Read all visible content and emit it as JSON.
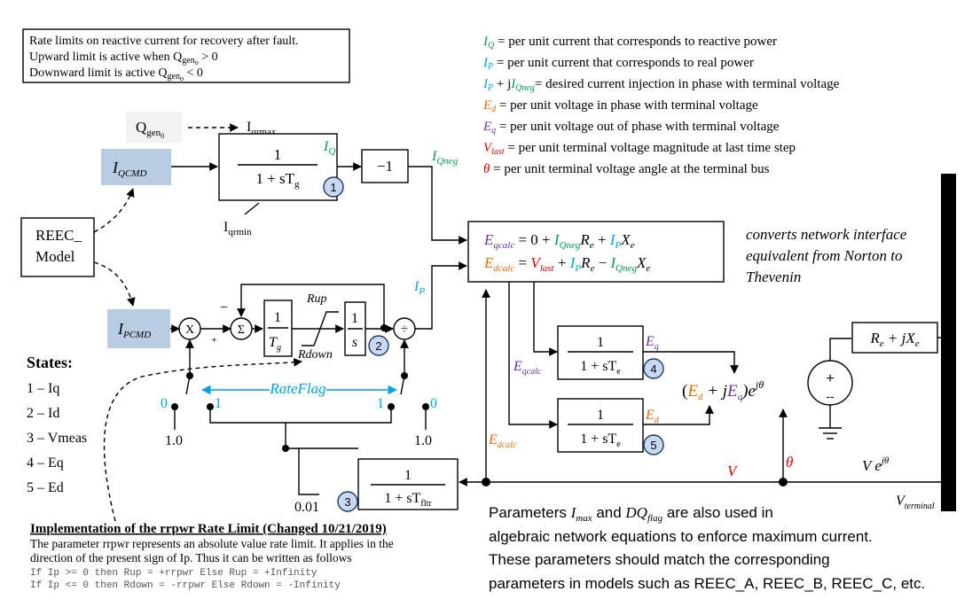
{
  "colors": {
    "green": "#00a04f",
    "blue": "#00a3e0",
    "purple": "#7030a0",
    "orange": "#e36c09",
    "red": "#e00000",
    "box_fill": "#b8cce4",
    "badge_fill": "#c6d9f1",
    "grey_fill": "#f2f2f2"
  },
  "note_box": {
    "line1": "Rate limits on reactive current for recovery after fault.",
    "line2_pre": "Upward limit is active when Q",
    "line2_sub": "gen",
    "line2_subsub": "o",
    "line2_post": " > 0",
    "line3_pre": "Downward limit is active Q",
    "line3_sub": "gen",
    "line3_subsub": "o",
    "line3_post": " < 0"
  },
  "legend": [
    {
      "sym": "I",
      "sub": "Q",
      "color_key": "green",
      "text": " = per unit current that corresponds to reactive power"
    },
    {
      "sym": "I",
      "sub": "P",
      "color_key": "blue",
      "text": " = per unit current that corresponds to real power"
    },
    {
      "sym_a": "I",
      "sub_a": "P",
      "mid": " + j",
      "sym_b": "I",
      "sub_b": "Qneg",
      "text": "= desired current injection in phase with terminal voltage"
    },
    {
      "sym": "E",
      "sub": "d",
      "color_key": "orange",
      "text": " = per unit voltage in phase with terminal voltage"
    },
    {
      "sym": "E",
      "sub": "q",
      "color_key": "purple",
      "text": " = per unit voltage out of phase with terminal voltage"
    },
    {
      "sym": "V",
      "sub": "last",
      "color_key": "red",
      "text": " = per unit terminal voltage magnitude at last time step"
    },
    {
      "sym": "θ",
      "sub": "",
      "color_key": "red",
      "text": " = per unit terminal voltage angle at the terminal bus"
    }
  ],
  "blocks": {
    "qgen": {
      "main": "Q",
      "sub": "gen",
      "subsub": "0"
    },
    "iqrmax": {
      "main": "I",
      "sub": "qrmax"
    },
    "iqrmin": {
      "main": "I",
      "sub": "qrmin"
    },
    "iqcmd": {
      "main": "I",
      "sub": "QCMD"
    },
    "ipcmd": {
      "main": "I",
      "sub": "PCMD"
    },
    "reec_line1": "REEC_",
    "reec_line2": "Model",
    "tf1_num": "1",
    "tf1_den": "1 + sT",
    "tf1_den_sub": "g",
    "neg1": "−1",
    "iq_label": {
      "main": "I",
      "sub": "Q"
    },
    "iqneg_label": {
      "main": "I",
      "sub": "Qneg"
    },
    "ip_label": {
      "main": "I",
      "sub": "P"
    },
    "mult": "X",
    "sum": "Σ",
    "div": "÷",
    "minus": "−",
    "plus": "+",
    "tg_num": "1",
    "tg_den": "T",
    "tg_den_sub": "g",
    "int_num": "1",
    "int_den": "s",
    "rup": "Rup",
    "rdown": "Rdown",
    "rateflag": "RateFlag",
    "one_a": "1.0",
    "one_b": "1.0",
    "sw0_left": "0",
    "sw1_left": "1",
    "sw1_right": "1",
    "sw0_right": "0",
    "fltr_num": "1",
    "fltr_den": "1 + sT",
    "fltr_den_sub": "fltr",
    "point01": "0.01",
    "te_num": "1",
    "te_den": "1 + sT",
    "te_den_sub": "e",
    "eq_out": {
      "main": "E",
      "sub": "q"
    },
    "ed_out": {
      "main": "E",
      "sub": "d"
    },
    "eqcalc_in": {
      "main": "E",
      "sub": "qcalc"
    },
    "edcalc_in": {
      "main": "E",
      "sub": "dcalc"
    },
    "v_label": "V",
    "theta_label": "θ",
    "vejtheta": "V e",
    "vejtheta_sup": "jθ",
    "vterminal": {
      "main": "V",
      "sub": "terminal"
    },
    "rejx": "R",
    "rejx_sub1": "e",
    "rejx_mid": " + jX",
    "rejx_sub2": "e",
    "source_plus": "+",
    "source_minus": "--"
  },
  "badges": [
    "1",
    "2",
    "3",
    "4",
    "5"
  ],
  "network_eq": {
    "line1_lhs": "E",
    "line1_lhs_sub": "qcalc",
    "line1_eq": " = 0     + ",
    "line1_t1": "I",
    "line1_t1_sub": "Qneg",
    "line1_t1_post": "R",
    "line1_t1_post_sub": "e",
    "line1_plus": " + ",
    "line1_t2": "I",
    "line1_t2_sub": "P",
    "line1_t2_post": "X",
    "line1_t2_post_sub": "e",
    "line2_lhs": "E",
    "line2_lhs_sub": "dcalc",
    "line2_eq": " = ",
    "line2_vlast": "V",
    "line2_vlast_sub": "last",
    "line2_plus": " + ",
    "line2_t1": "I",
    "line2_t1_sub": "P",
    "line2_t1_post": "R",
    "line2_t1_post_sub": "e",
    "line2_minus": " − ",
    "line2_t2": "I",
    "line2_t2_sub": "Qneg",
    "line2_t2_post": "X",
    "line2_t2_post_sub": "e"
  },
  "converts_note": [
    "converts network interface",
    "equivalent from Norton to",
    "Thevenin"
  ],
  "phasor": {
    "open": "(",
    "ed": "E",
    "ed_sub": "d",
    "plus_j": " + j",
    "eq": "E",
    "eq_sub": "q",
    "close": ")e",
    "sup": "jθ"
  },
  "states": {
    "title": "States:",
    "items": [
      "1 – Iq",
      "2 – Id",
      "3 – Vmeas",
      "4 – Eq",
      "5 – Ed"
    ]
  },
  "impl": {
    "title": "Implementation of the rrpwr Rate Limit (Changed 10/21/2019)",
    "line1": "The parameter rrpwr represents an absolute value rate limit.  It applies in the",
    "line2": "direction of the present sign of Ip.  Thus it can be written as follows",
    "code1": "If Ip >= 0 then Rup   = +rrpwr Else Rup   = +Infinity",
    "code2": "If Ip <= 0 then Rdown = -rrpwr Else Rdown = -Infinity"
  },
  "params_note": {
    "l1_pre": "Parameters ",
    "l1_imax": "I",
    "l1_imax_sub": "max",
    "l1_and": " and ",
    "l1_dq": "DQ",
    "l1_dq_sub": "flag",
    "l1_post": " are also used in",
    "l2": "algebraic network equations to enforce maximum current.",
    "l3": "These parameters should match the corresponding",
    "l4": "parameters in models such as REEC_A, REEC_B, REEC_C, etc."
  }
}
